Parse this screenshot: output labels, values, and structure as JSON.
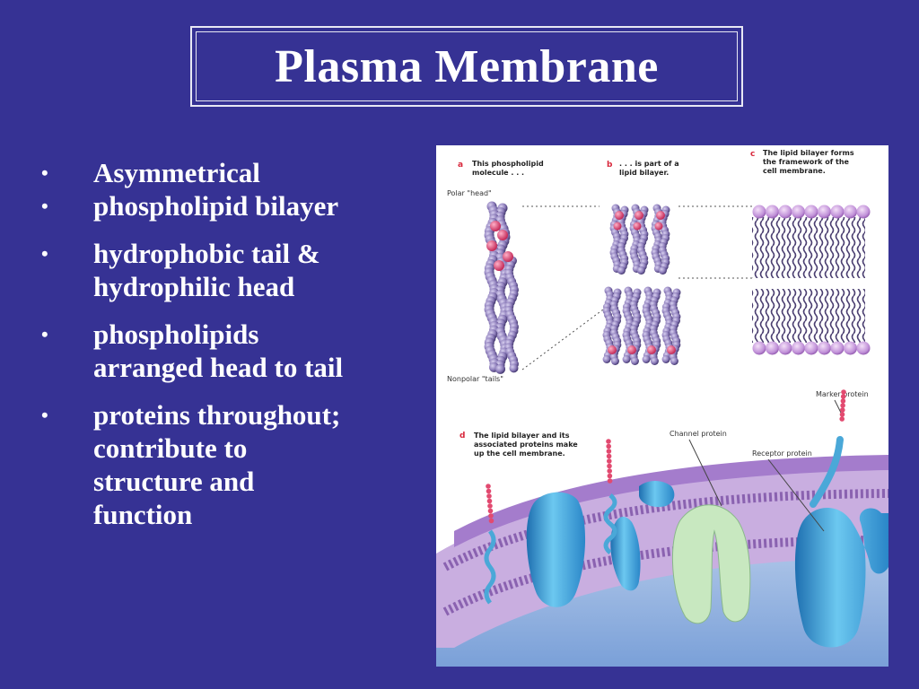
{
  "slide": {
    "title": "Plasma Membrane",
    "bullets": [
      {
        "text": "Asymmetrical"
      },
      {
        "text": "phospholipid bilayer"
      },
      {
        "text": "hydrophobic tail & hydrophilic head"
      },
      {
        "text": "phospholipids arranged head to tail"
      },
      {
        "text": "proteins throughout; contribute to structure and function"
      }
    ]
  },
  "figure": {
    "panel_a": {
      "letter": "a",
      "caption_line1": "This phospholipid",
      "caption_line2": "molecule . . ."
    },
    "panel_b": {
      "letter": "b",
      "caption_line1": ". . . is part of a",
      "caption_line2": "lipid bilayer."
    },
    "panel_c": {
      "letter": "c",
      "caption_line1": "The lipid bilayer forms",
      "caption_line2": "the framework of the",
      "caption_line3": "cell membrane."
    },
    "panel_d": {
      "letter": "d",
      "caption_line1": "The lipid bilayer and its",
      "caption_line2": "associated proteins make",
      "caption_line3": "up the cell membrane."
    },
    "label_polar_head": "Polar \"head\"",
    "label_nonpolar_tails": "Nonpolar \"tails\"",
    "label_channel_protein": "Channel protein",
    "label_receptor_protein": "Receptor protein",
    "label_marker_protein": "Marker protein",
    "colors": {
      "background": "#363294",
      "panel_label": "#d8283c",
      "head_pink": "#e05088",
      "tail_purple": "#6a5a9a",
      "protein_blue": "#3aa6d8",
      "membrane_lilac": "#b89ad6"
    }
  }
}
